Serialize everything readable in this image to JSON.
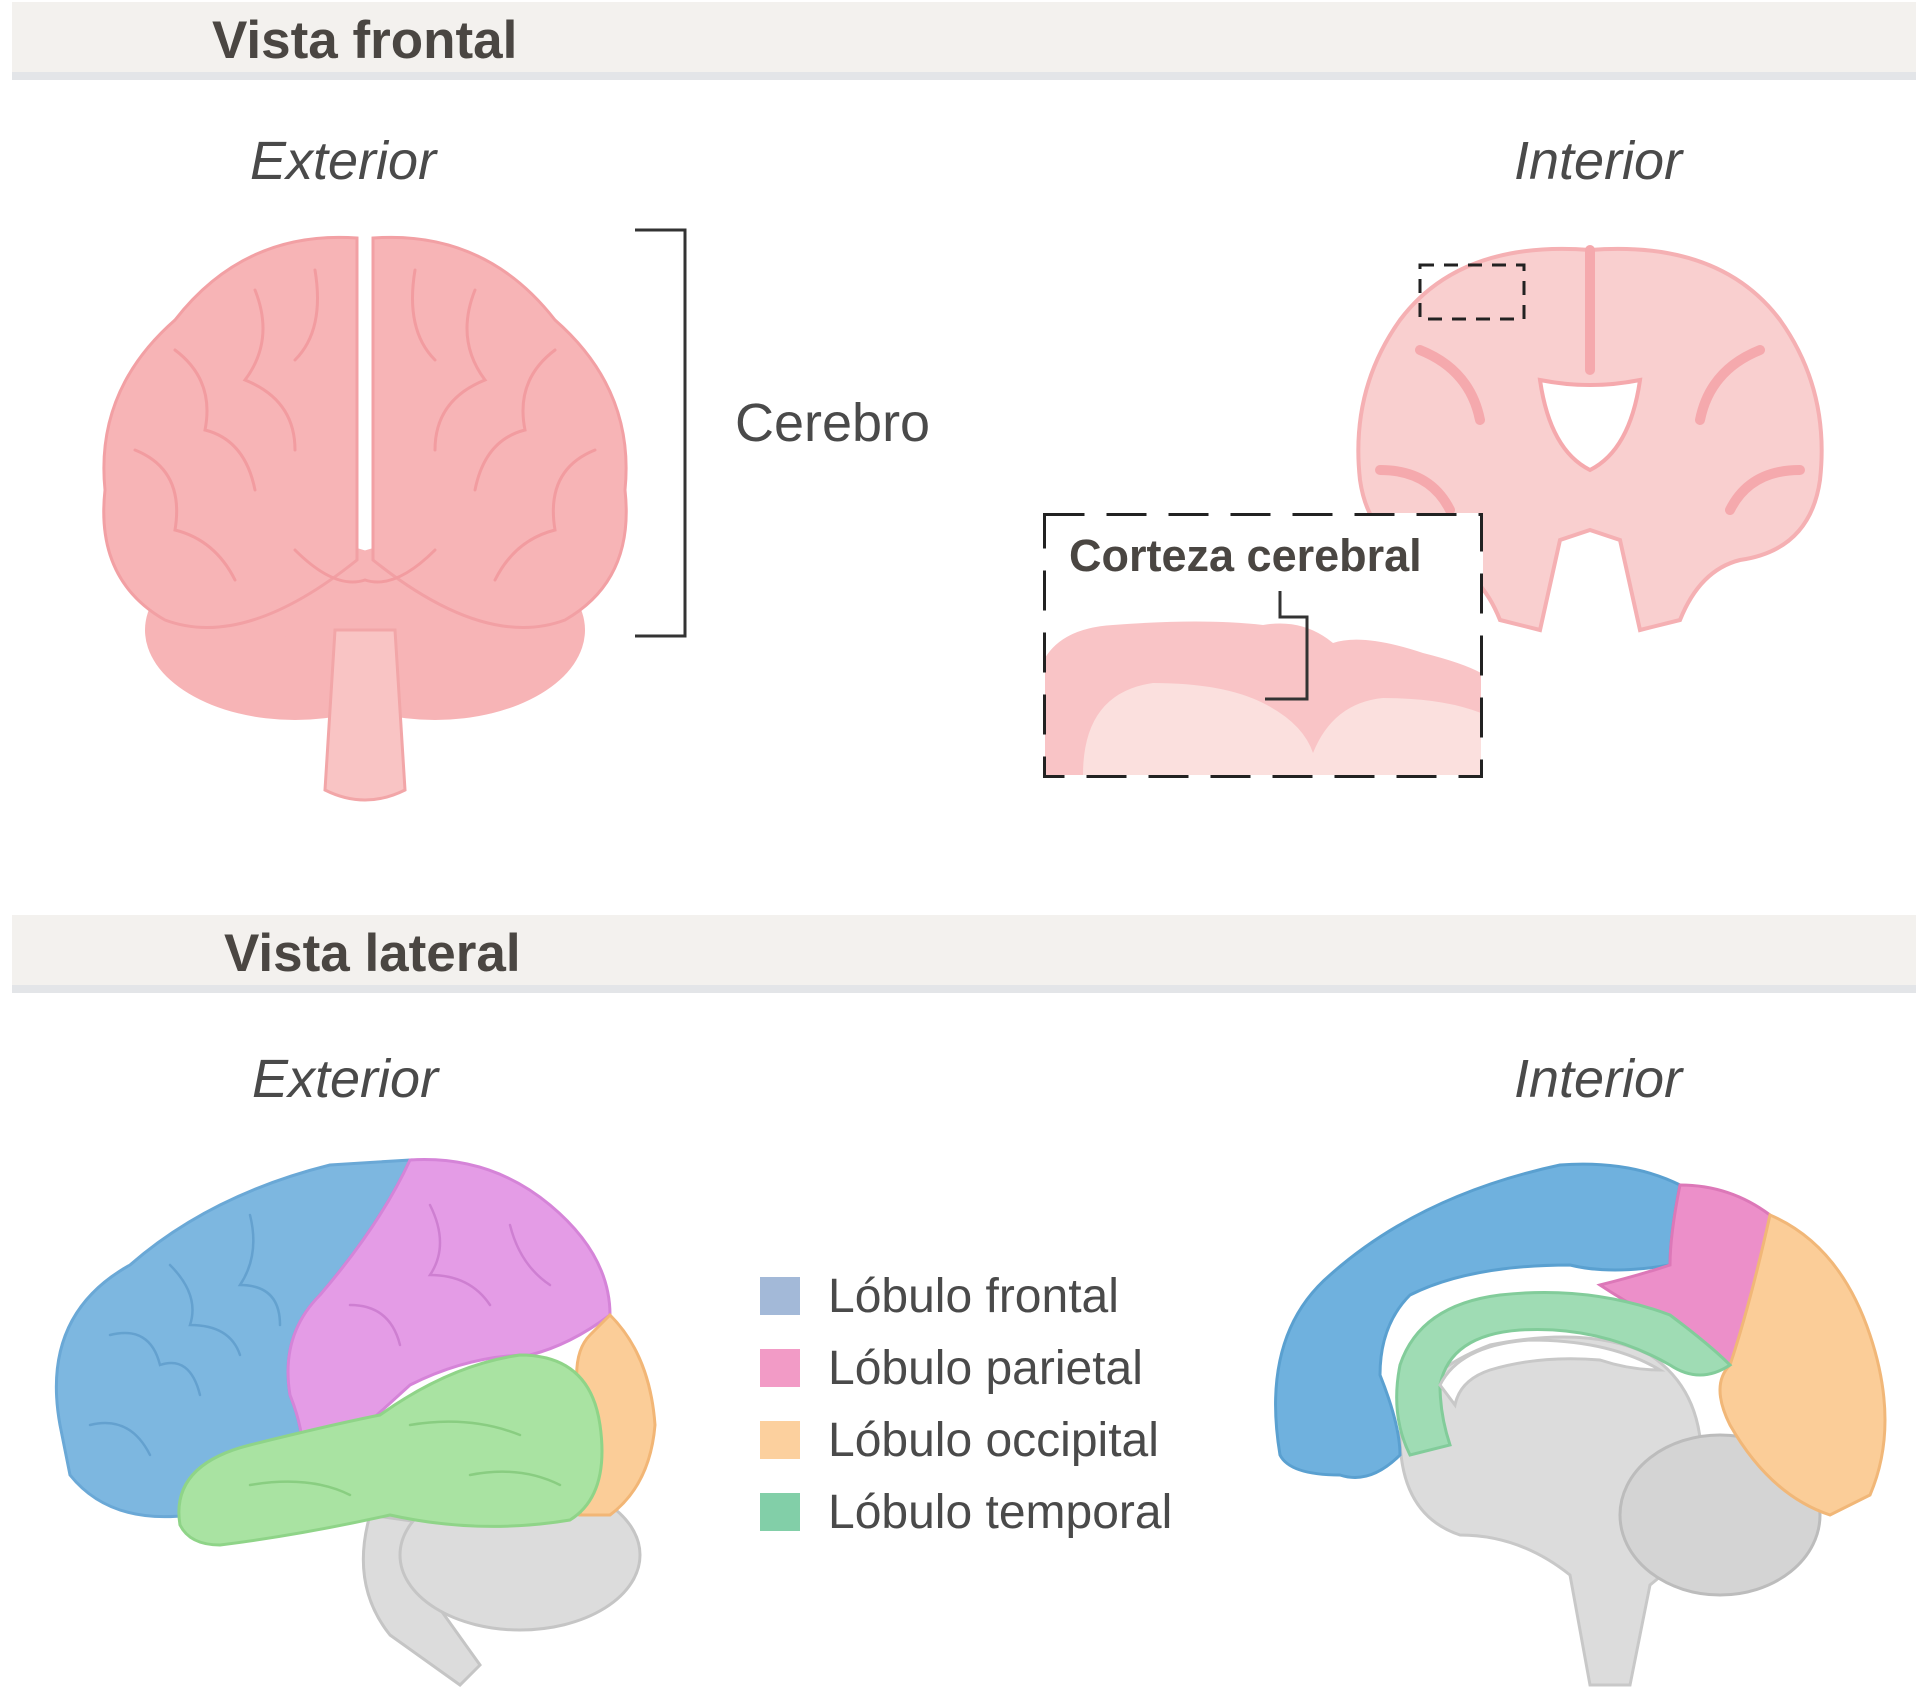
{
  "sections": {
    "frontal": {
      "title": "Vista frontal",
      "exterior_label": "Exterior",
      "interior_label": "Interior",
      "brain_label": "Cerebro",
      "cortex_label": "Corteza cerebral"
    },
    "lateral": {
      "title": "Vista lateral",
      "exterior_label": "Exterior",
      "interior_label": "Interior"
    }
  },
  "legend": [
    {
      "label": "Lóbulo frontal",
      "color": "#a3b9d8"
    },
    {
      "label": "Lóbulo parietal",
      "color": "#f29bc6"
    },
    {
      "label": "Lóbulo occipital",
      "color": "#fcd09e"
    },
    {
      "label": "Lóbulo temporal",
      "color": "#82cfa8"
    }
  ],
  "colors": {
    "brain_pink": "#f7b4b6",
    "brain_pink_light": "#f9cfcf",
    "frontal_lobe": "#7db7e0",
    "parietal_lobe": "#e49ce6",
    "temporal_lobe": "#a9e3a2",
    "occipital_lobe": "#fbcd98",
    "brainstem_gray": "#d9d9d9"
  }
}
